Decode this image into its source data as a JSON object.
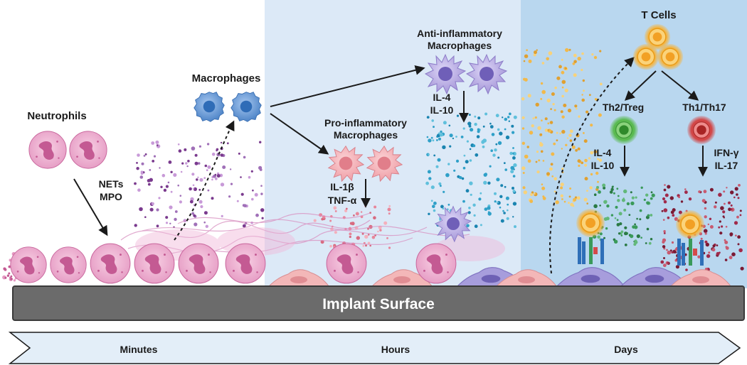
{
  "labels": {
    "neutrophils": "Neutrophils",
    "nets": "NETs",
    "mpo": "MPO",
    "macrophages": "Macrophages",
    "pro_line1": "Pro-inflammatory",
    "pro_line2": "Macrophages",
    "il1b": "IL-1β",
    "tnfa": "TNF-α",
    "anti_line1": "Anti-inflammatory",
    "anti_line2": "Macrophages",
    "anti_il4": "IL-4",
    "anti_il10": "IL-10",
    "t_cells": "T Cells",
    "th2_treg": "Th2/Treg",
    "th1_th17": "Th1/Th17",
    "th2_il4": "IL-4",
    "th2_il10": "IL-10",
    "ifng": "IFN-γ",
    "il17": "IL-17",
    "implant_surface": "Implant Surface"
  },
  "timeline": {
    "minutes": "Minutes",
    "hours": "Hours",
    "days": "Days"
  },
  "colors": {
    "phase_hours": "#dce9f7",
    "phase_days": "#b9d7ef",
    "implant": "#6b6b6b",
    "neutrophil": "#e8a0c8",
    "macrophage": "#5b8fd0",
    "pro_macrophage": "#f0a0a8",
    "anti_macrophage": "#a89ad8",
    "tcell": "#f5b53a",
    "th2": "#4caf50",
    "th1": "#d84343",
    "timeline_fill": "#e3eef8"
  }
}
